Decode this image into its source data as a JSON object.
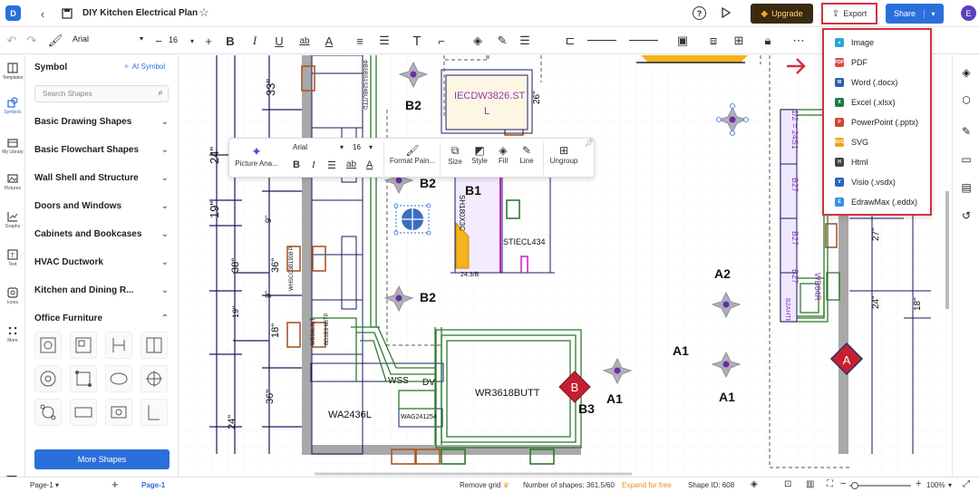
{
  "title": {
    "doc_name": "DIY Kitchen Electrical Plan",
    "upgrade_label": "Upgrade",
    "export_label": "Export",
    "share_label": "Share",
    "avatar_letter": "E"
  },
  "toolbar": {
    "font_family": "Arial",
    "font_size": "16"
  },
  "leftrail": [
    {
      "label": "Templates",
      "icon": "templates-icon"
    },
    {
      "label": "Symbols",
      "icon": "symbols-icon"
    },
    {
      "label": "My Library",
      "icon": "library-icon"
    },
    {
      "label": "Pictures",
      "icon": "pictures-icon"
    },
    {
      "label": "Graphs",
      "icon": "graphs-icon"
    },
    {
      "label": "Text",
      "icon": "text-icon"
    },
    {
      "label": "Icons",
      "icon": "icons-icon"
    },
    {
      "label": "More",
      "icon": "more-icon"
    }
  ],
  "symbols": {
    "title": "Symbol",
    "ai_symbol": "AI Symbol",
    "search_placeholder": "Search Shapes",
    "categories": [
      "Basic Drawing Shapes",
      "Basic Flowchart Shapes",
      "Wall Shell and Structure",
      "Doors and Windows",
      "Cabinets and Bookcases",
      "HVAC Ductwork",
      "Kitchen and Dining R...",
      "Office Furniture"
    ],
    "more_shapes": "More Shapes"
  },
  "floatbar": {
    "picture": "Picture Ana...",
    "font_family": "Arial",
    "font_size": "16",
    "format_painter": "Format Pain...",
    "size": "Size",
    "style": "Style",
    "fill": "Fill",
    "line": "Line",
    "ungroup": "Ungroup"
  },
  "export_menu": [
    {
      "label": "Image",
      "color": "#2aa5d8",
      "tag": "IMG"
    },
    {
      "label": "PDF",
      "color": "#e04848",
      "tag": "PDF"
    },
    {
      "label": "Word (.docx)",
      "color": "#2b5faa",
      "tag": "W"
    },
    {
      "label": "Excel (.xlsx)",
      "color": "#1f7a45",
      "tag": "X"
    },
    {
      "label": "PowerPoint (.pptx)",
      "color": "#d24726",
      "tag": "P"
    },
    {
      "label": "SVG",
      "color": "#f0a020",
      "tag": "SVG"
    },
    {
      "label": "Html",
      "color": "#444444",
      "tag": "H"
    },
    {
      "label": "Visio (.vsdx)",
      "color": "#2b62c0",
      "tag": "V"
    },
    {
      "label": "EdrawMax (.eddx)",
      "color": "#3a8ee6",
      "tag": "E"
    }
  ],
  "canvas_labels": {
    "b2a": "B2",
    "b2b": "B2",
    "b2c": "B2",
    "b1": "B1",
    "b3": "B3",
    "a1a": "A1",
    "a1b": "A1",
    "a1c": "A1",
    "a2": "A2",
    "wr": "WR3618BUTT",
    "wss": "WSS",
    "dv": "DV",
    "wa": "WA2436L",
    "wa2": "WAG241254",
    "iecdw": "IECDW3826.ST",
    "iecdw_l": "L",
    "stiecl": "STIECL434",
    "x24b": "24.3/B",
    "marker_b": "B",
    "marker_a": "A",
    "d33": "33\"",
    "d24a": "24\"",
    "d19": "19\"",
    "d38": "38\"",
    "d36a": "36\"",
    "d18": "18\"",
    "d36b": "36\"",
    "d24b": "24\"",
    "d26": "26\"",
    "d27": "27\"",
    "d24c": "24\"",
    "d18b": "18\"",
    "d9a": "9\"",
    "d9b": "9\"",
    "d19b": "19\"",
    "v1": "ΦBSBS1S24BUTTD",
    "v2": "WHSCC3B1908 P",
    "v3": "SH180X3C",
    "v4": "WBS6L0LT",
    "v5": "BD1B3 6BTP",
    "r1": "1/2 = 24S1",
    "r2": "B27",
    "r3": "B27",
    "r4": "B27",
    "r5": "WB64R",
    "r6": "B2AHTB"
  },
  "status": {
    "page_tab": "Page-1",
    "page_active": "Page-1",
    "remove_grid": "Remove grid",
    "shapes_count": "Number of shapes: 361.5/60",
    "expand": "Expand for free",
    "shape_id": "Shape ID: 608",
    "zoom": "100%"
  }
}
